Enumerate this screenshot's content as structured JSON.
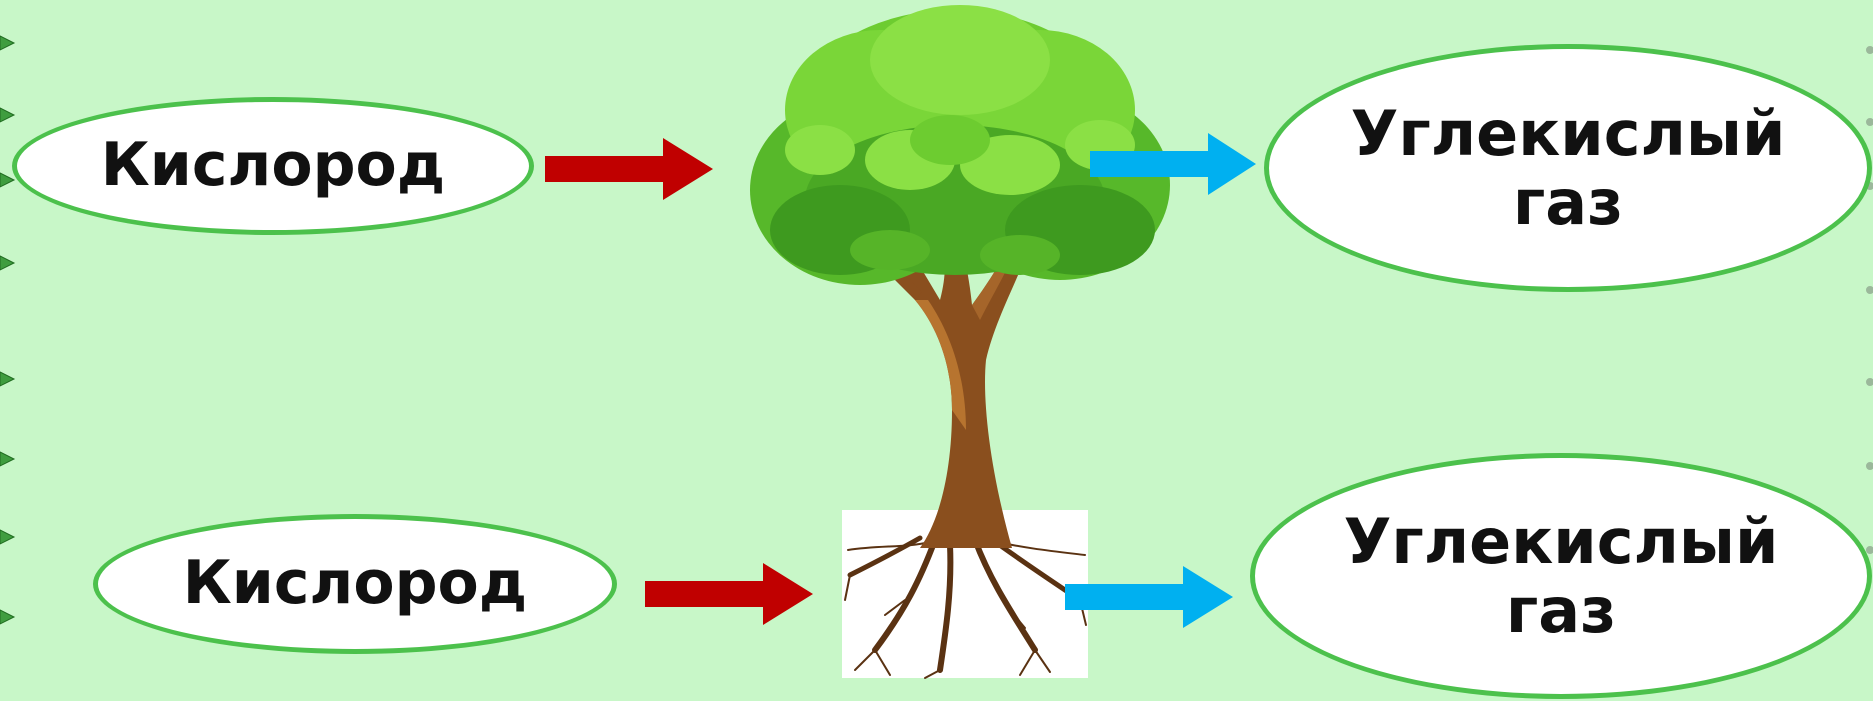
{
  "diagram": {
    "top_left": {
      "label": "Кислород"
    },
    "top_right": {
      "line1": "Углекислый",
      "line2": "газ"
    },
    "bottom_left": {
      "label": "Кислород"
    },
    "bottom_right": {
      "line1": "Углекислый",
      "line2": "газ"
    }
  },
  "colors": {
    "background": "#c8f7c8",
    "ellipse_border": "#4cc14c",
    "arrow_in": "#c00000",
    "arrow_out": "#00b0f0",
    "foliage": "#55c21f",
    "trunk": "#8a4f1e"
  },
  "icons": [
    "tree-crown",
    "tree-trunk",
    "tree-roots",
    "arrow-right"
  ]
}
